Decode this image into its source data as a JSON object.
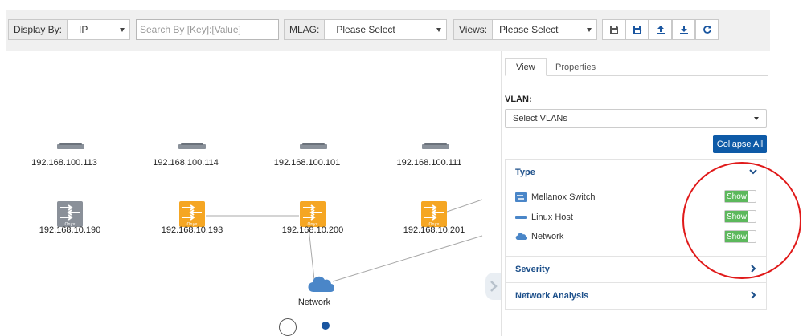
{
  "toolbar": {
    "display_by_label": "Display By:",
    "display_by_value": "IP",
    "search_placeholder": "Search By [Key]:[Value]",
    "mlag_label": "MLAG:",
    "mlag_value": "Please Select",
    "views_label": "Views:",
    "views_value": "Please Select",
    "buttons": [
      "save-icon",
      "save-as-icon",
      "upload-icon",
      "download-icon",
      "refresh-icon"
    ]
  },
  "topology": {
    "hosts": [
      {
        "ip": "192.168.100.113"
      },
      {
        "ip": "192.168.100.114"
      },
      {
        "ip": "192.168.100.101"
      },
      {
        "ip": "192.168.100.111"
      }
    ],
    "switches": [
      {
        "ip": "192.168.10.190",
        "status": "gray",
        "badge": "Onyx"
      },
      {
        "ip": "192.168.10.193",
        "status": "orange",
        "badge": "Onyx"
      },
      {
        "ip": "192.168.10.200",
        "status": "orange",
        "badge": "Onyx"
      },
      {
        "ip": "192.168.10.201",
        "status": "orange",
        "badge": "Onyx"
      }
    ],
    "network": {
      "label": "Network"
    }
  },
  "panel": {
    "tabs": [
      {
        "label": "View",
        "active": true
      },
      {
        "label": "Properties",
        "active": false
      }
    ],
    "vlan_label": "VLAN:",
    "vlan_select": "Select VLANs",
    "collapse_all": "Collapse All",
    "sections": {
      "type": {
        "title": "Type",
        "items": [
          {
            "label": "Mellanox Switch",
            "icon": "switch-icon",
            "toggle": "Show"
          },
          {
            "label": "Linux Host",
            "icon": "host-icon",
            "toggle": "Show"
          },
          {
            "label": "Network",
            "icon": "cloud-icon",
            "toggle": "Show"
          }
        ]
      },
      "severity": {
        "title": "Severity"
      },
      "network_analysis": {
        "title": "Network Analysis"
      }
    }
  },
  "colors": {
    "accent": "#0e5aa7",
    "show_toggle": "#5cb85c",
    "switch_warning": "#f5a623",
    "switch_offline": "#8a9099",
    "network_cloud": "#4a86c8",
    "annotation": "#e01a1a"
  }
}
